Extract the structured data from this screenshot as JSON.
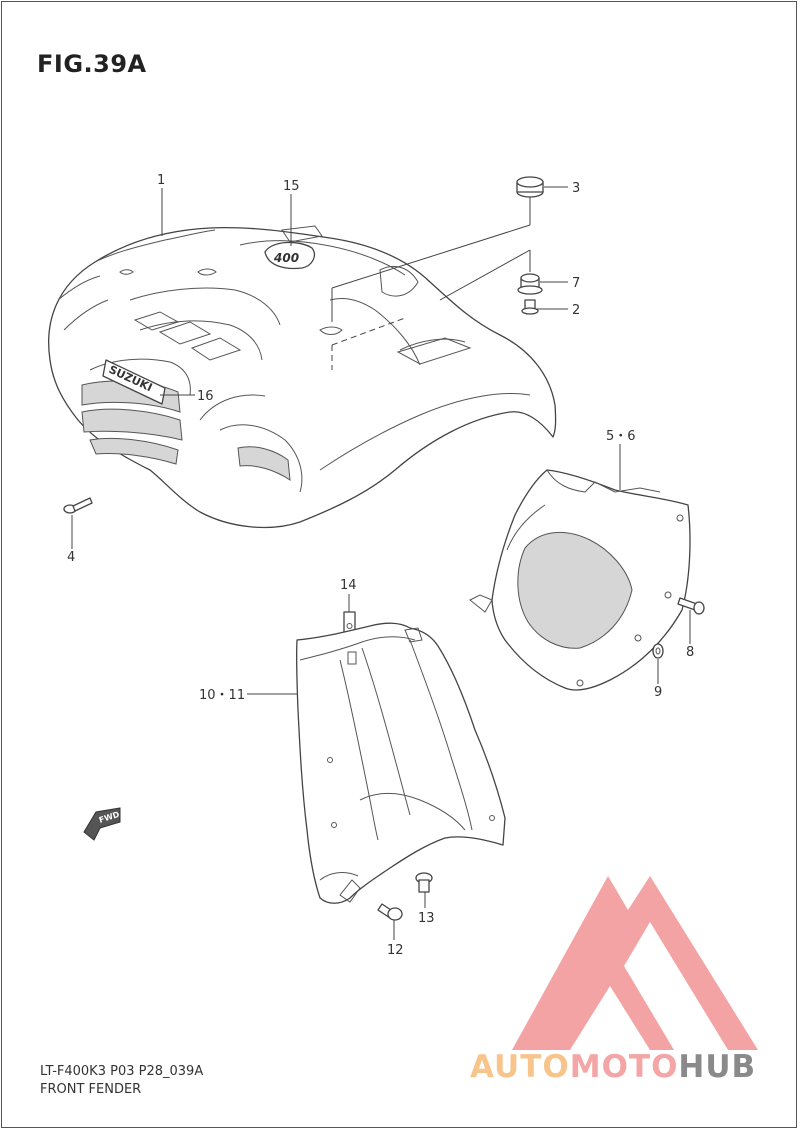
{
  "figure_title": "FIG.39A",
  "callouts": {
    "c1": "1",
    "c15": "15",
    "c3": "3",
    "c7": "7",
    "c2": "2",
    "c16": "16",
    "c4": "4",
    "c56": "5・6",
    "c14": "14",
    "c1011": "10・11",
    "c8": "8",
    "c9": "9",
    "c13": "13",
    "c12": "12"
  },
  "emblem_suzuki": "SUZUKI",
  "emblem_400": "400",
  "fwd_label": "FWD",
  "footer": {
    "model_code": "LT-F400K3 P03 P28_039A",
    "section_name": "FRONT FENDER"
  },
  "watermark": {
    "part1": "AUTO",
    "part2": "MOTO",
    "part3": "HUB",
    "colors": {
      "auto": "#f7c58c",
      "moto": "#f4a5a5",
      "hub": "#8a8a8a",
      "logo": "#f29a9a"
    }
  }
}
